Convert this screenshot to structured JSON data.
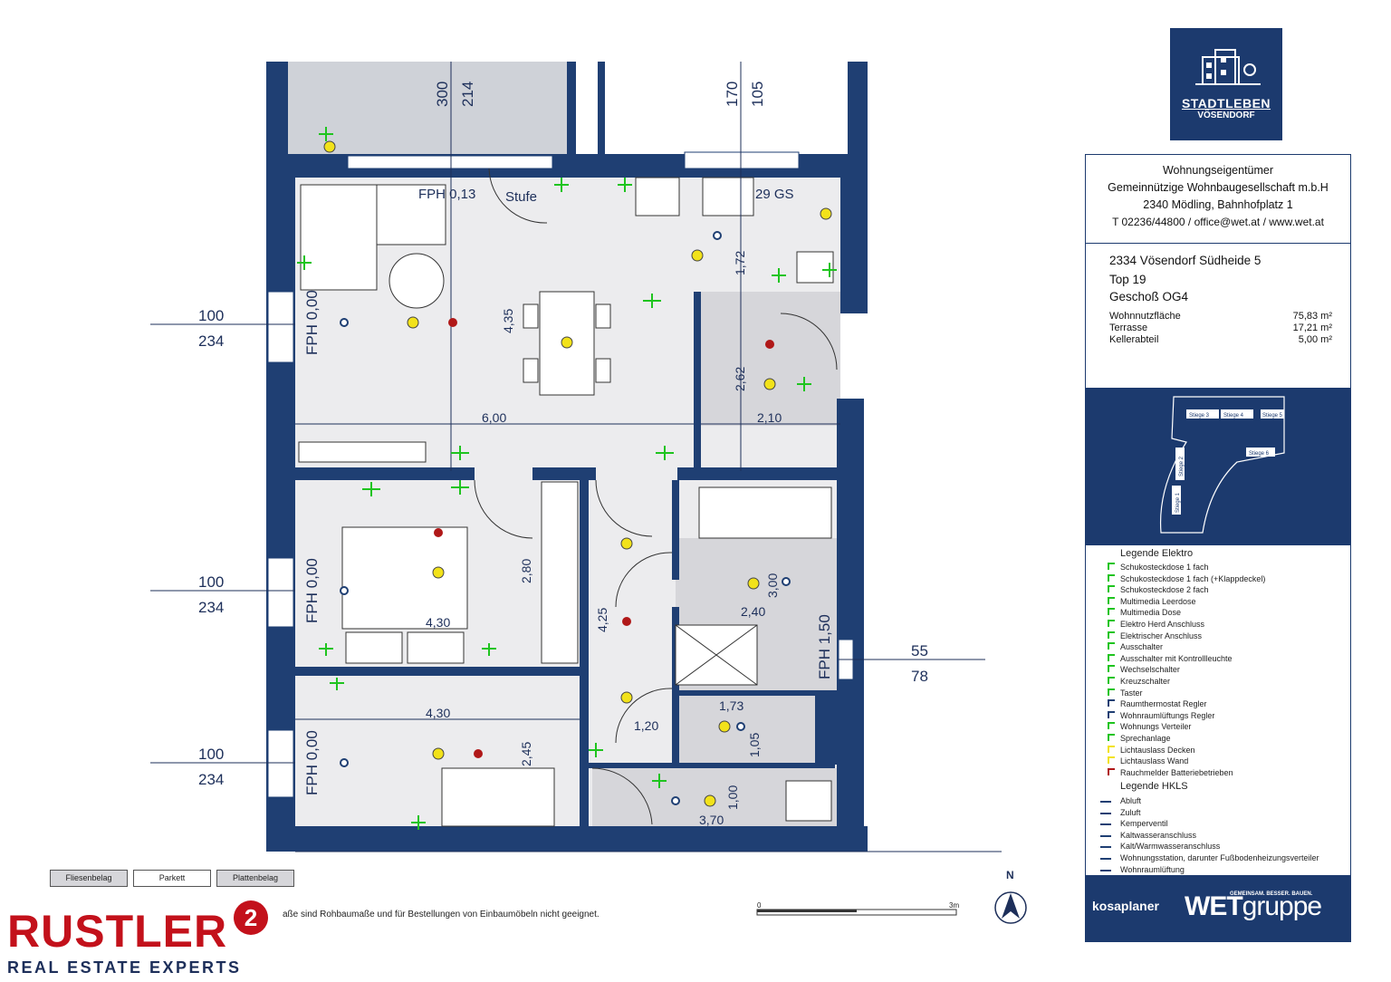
{
  "plan": {
    "labels": {
      "fph_top": "FPH 0,13",
      "stufe": "Stufe",
      "gs": "29 GS",
      "fph_left1": "FPH 0,00",
      "fph_left2": "FPH 0,00",
      "fph_left3": "FPH 0,00",
      "fph_right": "FPH 1,50"
    },
    "dims": {
      "top_a1": "300",
      "top_a2": "214",
      "top_b1": "170",
      "top_b2": "105",
      "left1_a": "100",
      "left1_b": "234",
      "left2_a": "100",
      "left2_b": "234",
      "left3_a": "100",
      "left3_b": "234",
      "right_a": "55",
      "right_b": "78",
      "living_w": "6,00",
      "living_h": "4,35",
      "bath_w": "2,10",
      "bath_h": "2,62",
      "k1_h": "1,72",
      "bed1_w": "4,30",
      "bed1_h": "2,80",
      "hall_h": "4,25",
      "bath2_w": "2,40",
      "bath2_h": "3,00",
      "wc_w": "1,73",
      "wc_h": "1,05",
      "hall_w": "1,20",
      "bed2_w": "4,30",
      "bed2_h": "2,45",
      "ab_w": "3,70",
      "ab_h": "1,00"
    }
  },
  "floor_buttons": [
    "Fliesenbelag",
    "Parkett",
    "Plattenbelag"
  ],
  "disclaimer": "aße sind Rohbaumaße und für Bestellungen von Einbaumöbeln nicht geeignet.",
  "scale": {
    "start": "0",
    "end": "3m"
  },
  "north": "N",
  "logo": {
    "line1": "STADTLEBEN",
    "line2": "VÖSENDORF"
  },
  "owner": {
    "title": "Wohnungseigentümer",
    "name": "Gemeinnützige Wohnbaugesellschaft m.b.H",
    "address": "2340 Mödling, Bahnhofplatz 1",
    "contact": "T 02236/44800 / office@wet.at / www.wet.at"
  },
  "unit": {
    "address": "2334 Vösendorf Südheide 5",
    "top": "Top 19",
    "floor": "Geschoß OG4",
    "areas": [
      {
        "label": "Wohnnutzfläche",
        "value": "75,83 m²"
      },
      {
        "label": "Terrasse",
        "value": "17,21 m²"
      },
      {
        "label": "Kellerabteil",
        "value": "5,00 m²"
      }
    ]
  },
  "site": {
    "stiegen": [
      "Stiege 3",
      "Stiege 4",
      "Stiege 5",
      "Stiege 6",
      "Stiege 2",
      "Stiege 1"
    ]
  },
  "legend": {
    "elektro_title": "Legende Elektro",
    "elektro": [
      "Schukosteckdose 1 fach",
      "Schukosteckdose 1 fach (+Klappdeckel)",
      "Schukosteckdose 2 fach",
      "Multimedia Leerdose",
      "Multimedia Dose",
      "Elektro Herd Anschluss",
      "Elektrischer Anschluss",
      "Ausschalter",
      "Ausschalter mit Kontrollleuchte",
      "Wechselschalter",
      "Kreuzschalter",
      "Taster",
      "Raumthermostat Regler",
      "Wohnraumlüftungs Regler",
      "Wohnungs Verteiler",
      "Sprechanlage",
      "Lichtauslass Decken",
      "Lichtauslass Wand",
      "Rauchmelder Batteriebetrieben"
    ],
    "hkls_title": "Legende HKLS",
    "hkls": [
      "Abluft",
      "Zuluft",
      "Kemperventil",
      "Kaltwasseranschluss",
      "Kalt/Warmwasseranschluss",
      "Wohnungsstation, darunter Fußbodenheizungsverteiler",
      "Wohnraumlüftung"
    ]
  },
  "footer": {
    "kosaplaner": "kosaplaner",
    "wet": "WET",
    "gruppe": "gruppe",
    "slogan": "GEMEINSAM. BESSER. BAUEN."
  },
  "rustler": {
    "name": "RUSTLER",
    "mark": "2",
    "tagline": "REAL ESTATE EXPERTS"
  },
  "colors": {
    "navy": "#1c3a6e",
    "wall": "#1f3f73",
    "floor": "#ececee",
    "tile": "#d6d6da",
    "green": "#1fc41f",
    "red": "#b01818",
    "yellow": "#f2e21a"
  }
}
